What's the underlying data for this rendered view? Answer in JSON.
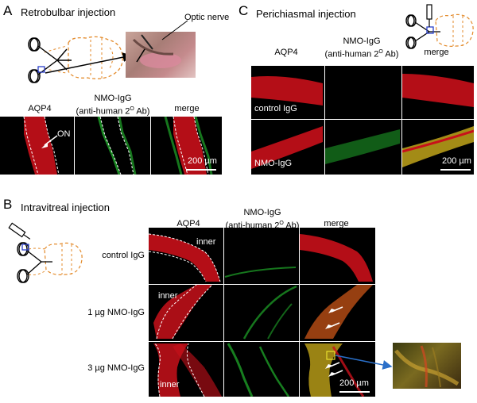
{
  "panelA": {
    "letter": "A",
    "title": "Retrobulbar injection",
    "photo_label": "Optic nerve",
    "col_aqp4": "AQP4",
    "col_nmo_line1": "NMO-IgG",
    "col_nmo_line2": "(anti-human 2",
    "col_nmo_sup": "O",
    "col_nmo_end": " Ab)",
    "col_merge": "merge",
    "on_label": "ON",
    "scale": "200 µm"
  },
  "panelC": {
    "letter": "C",
    "title": "Perichiasmal injection",
    "col_aqp4": "AQP4",
    "col_nmo_line1": "NMO-IgG",
    "col_nmo_line2": "(anti-human 2",
    "col_nmo_sup": "O",
    "col_nmo_end": " Ab)",
    "col_merge": "merge",
    "row1": "control IgG",
    "row2": "NMO-IgG",
    "scale": "200 µm"
  },
  "panelB": {
    "letter": "B",
    "title": "Intravitreal injection",
    "col_aqp4": "AQP4",
    "col_nmo_line1": "NMO-IgG",
    "col_nmo_line2": "(anti-human 2",
    "col_nmo_sup": "O",
    "col_nmo_end": " Ab)",
    "col_merge": "merge",
    "row1": "control IgG",
    "row2": "1 µg NMO-IgG",
    "row3": "3 µg NMO-IgG",
    "inner1": "inner",
    "inner2": "inner",
    "inner3": "inner",
    "scale": "200 µm"
  },
  "colors": {
    "red_stain": "#c8101a",
    "green_stain": "#1fa82a",
    "brain_outline": "#e38a2a",
    "arrow_blue": "#2a6fc9"
  }
}
